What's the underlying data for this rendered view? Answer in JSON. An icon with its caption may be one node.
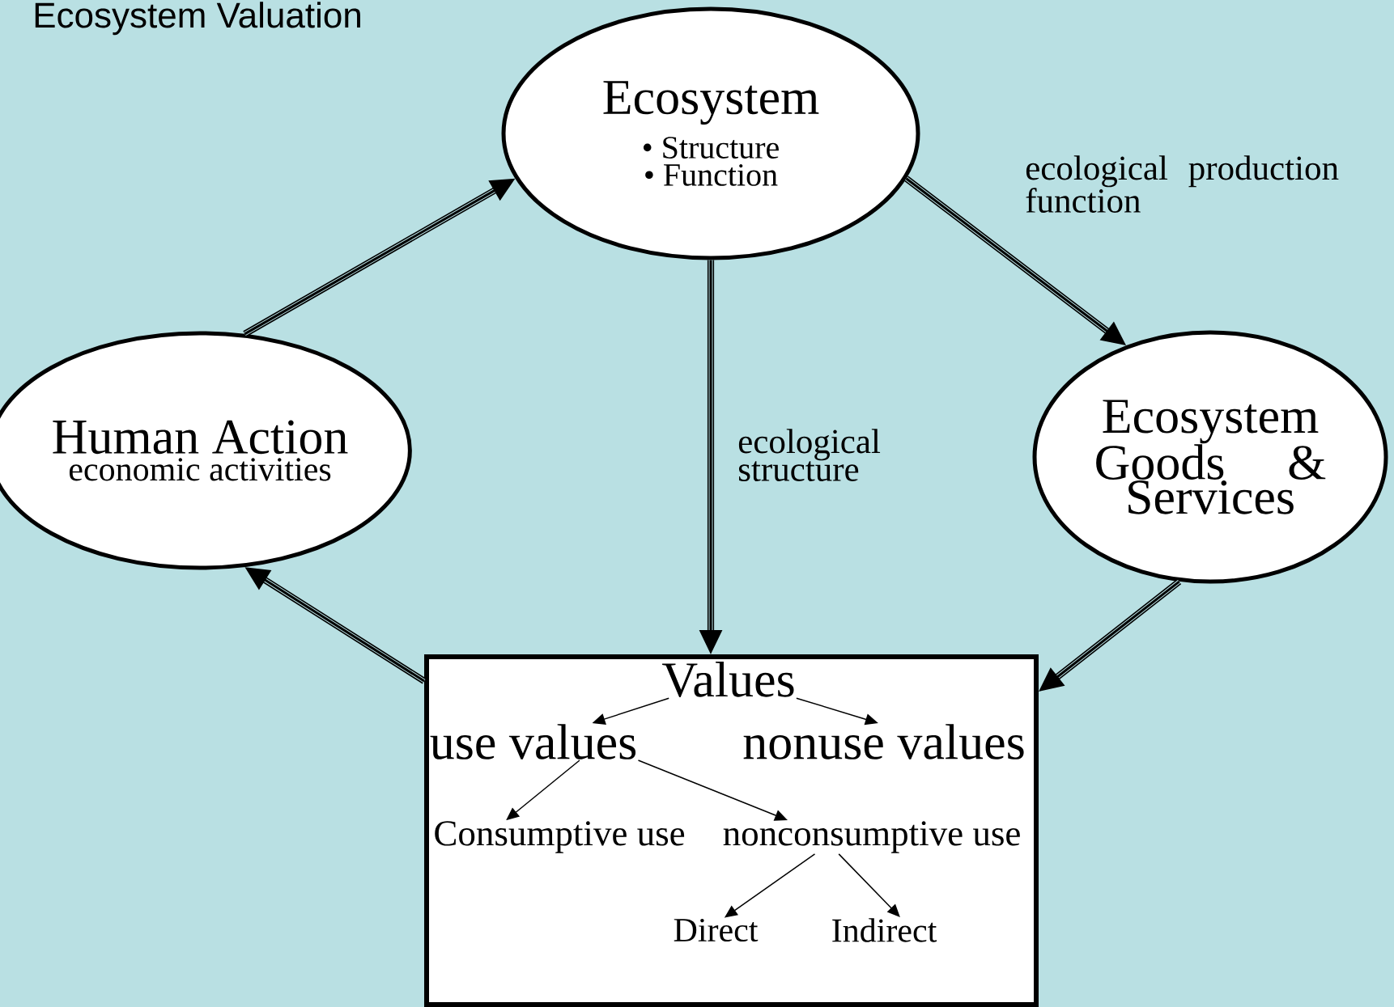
{
  "diagram": {
    "title": "Ecosystem Valuation",
    "nodes": [
      {
        "text": [
          "Ecosystem",
          "• Structure",
          "• Function"
        ]
      },
      {
        "text": [
          "Human Action",
          "economic activities"
        ]
      },
      {
        "text": [
          "Ecosystem Goods & Services"
        ]
      },
      {
        "text": [],
        "shape": "box"
      },
      {
        "text": [
          "Values"
        ],
        "in": 3
      },
      {
        "text": [
          "use values"
        ],
        "in": 3
      },
      {
        "text": [
          "nonuse values"
        ],
        "in": 3
      },
      {
        "text": [
          "Consumptive use"
        ],
        "in": 3
      },
      {
        "text": [
          "nonconsumptive use"
        ],
        "in": 3
      },
      {
        "text": [
          "Direct"
        ],
        "in": 3
      },
      {
        "text": [
          "Indirect"
        ],
        "in": 3
      }
    ],
    "edges": [
      {
        "from": 1,
        "to": 0,
        "arrow": "to",
        "style": "thick"
      },
      {
        "from": 0,
        "to": 2,
        "arrow": "to",
        "style": "thick",
        "label": "ecological production function"
      },
      {
        "from": 0,
        "to": 3,
        "arrow": "to",
        "style": "thick",
        "label": "ecological structure"
      },
      {
        "from": 2,
        "to": 3,
        "arrow": "to",
        "style": "thick"
      },
      {
        "from": 3,
        "to": 1,
        "arrow": "to",
        "style": "thick"
      },
      {
        "from": 4,
        "to": 5,
        "arrow": "to"
      },
      {
        "from": 4,
        "to": 6,
        "arrow": "to"
      },
      {
        "from": 5,
        "to": 7,
        "arrow": "to"
      },
      {
        "from": 5,
        "to": 8,
        "arrow": "to"
      },
      {
        "from": 8,
        "to": 9,
        "arrow": "to"
      },
      {
        "from": 8,
        "to": 10,
        "arrow": "to"
      }
    ]
  }
}
